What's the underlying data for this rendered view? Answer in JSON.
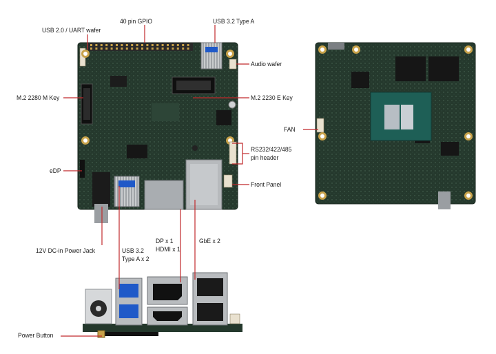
{
  "labels": {
    "gpio": "40 pin GPIO",
    "usb_uart": "USB 2.0 / UART wafer",
    "usb32a": "USB 3.2 Type A",
    "audio": "Audio wafer",
    "m2m": "M.2 2280 M Key",
    "m2e": "M.2 2230 E Key",
    "rs232_1": "RS232/422/485",
    "rs232_2": "pin header",
    "edp": "eDP",
    "front_panel": "Front Panel",
    "fan": "FAN",
    "dc_jack": "12V DC-in Power Jack",
    "usb_x2_1": "USB 3.2",
    "usb_x2_2": "Type A x 2",
    "dp_1": "DP x 1",
    "hdmi_1": "HDMI x 1",
    "gbe": "GbE x 2",
    "power_button": "Power Button"
  },
  "colors": {
    "pcb": "#25392d",
    "pcb_dark": "#1a2a20",
    "leader": "#c0282b",
    "chip": "#161616",
    "metal": "#b9bcbf",
    "usb_blue": "#1f59c8",
    "gold": "#c8a24a"
  }
}
